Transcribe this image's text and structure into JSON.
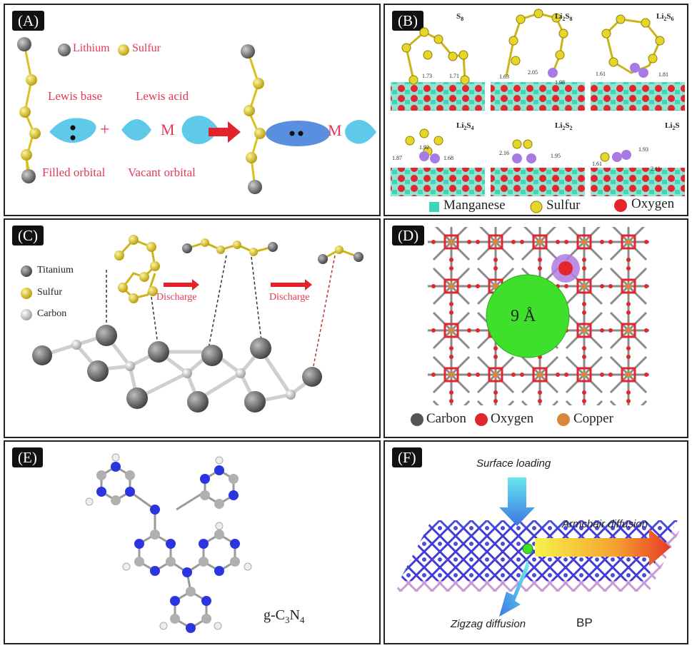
{
  "panels": {
    "A": {
      "tag": "(A)",
      "legend": {
        "lithium": "Lithium",
        "sulfur": "Sulfur"
      },
      "lewis_base": "Lewis base",
      "lewis_acid": "Lewis acid",
      "filled_orbital": "Filled orbital",
      "vacant_orbital": "Vacant orbital",
      "plus": "+",
      "metal": "M",
      "metal_product": "M"
    },
    "B": {
      "tag": "(B)",
      "species": [
        "S8",
        "Li2S8",
        "Li2S6",
        "Li2S4",
        "Li2S2",
        "Li2S"
      ],
      "bonds": [
        "1.73",
        "1.71",
        "1.63",
        "2.05",
        "1.98",
        "1.61",
        "1.81",
        "1.92",
        "1.87",
        "1.68",
        "2.16",
        "1.95",
        "1.61",
        "1.93",
        "2.11"
      ],
      "legend": {
        "manganese": "Manganese",
        "sulfur": "Sulfur",
        "oxygen": "Oxygen"
      }
    },
    "C": {
      "tag": "(C)",
      "legend": {
        "titanium": "Titanium",
        "sulfur": "Sulfur",
        "carbon": "Carbon"
      },
      "discharge_1": "Discharge",
      "discharge_2": "Discharge"
    },
    "D": {
      "tag": "(D)",
      "pore": "9 Å",
      "legend": {
        "carbon": "Carbon",
        "oxygen": "Oxygen",
        "copper": "Copper"
      }
    },
    "E": {
      "tag": "(E)",
      "formula": "g-C3N4"
    },
    "F": {
      "tag": "(F)",
      "surface_loading": "Surface loading",
      "armchair": "Armchair diffusion",
      "zigzag": "Zigzag diffusion",
      "material": "BP"
    }
  },
  "colors": {
    "sulfur": "#d9c21a",
    "lithium": "#6b6b6b",
    "orbital": "#5fc9ea",
    "label_pink": "#e23a5a",
    "manganese": "#3fd6b8",
    "oxygen": "#e3262d",
    "copper": "#d8883a",
    "pore": "#3fe02b",
    "nitrogen": "#2a35e0",
    "phosphorus_blue": "#2b2bd6",
    "phosphorus_pink": "#c59ad6"
  }
}
